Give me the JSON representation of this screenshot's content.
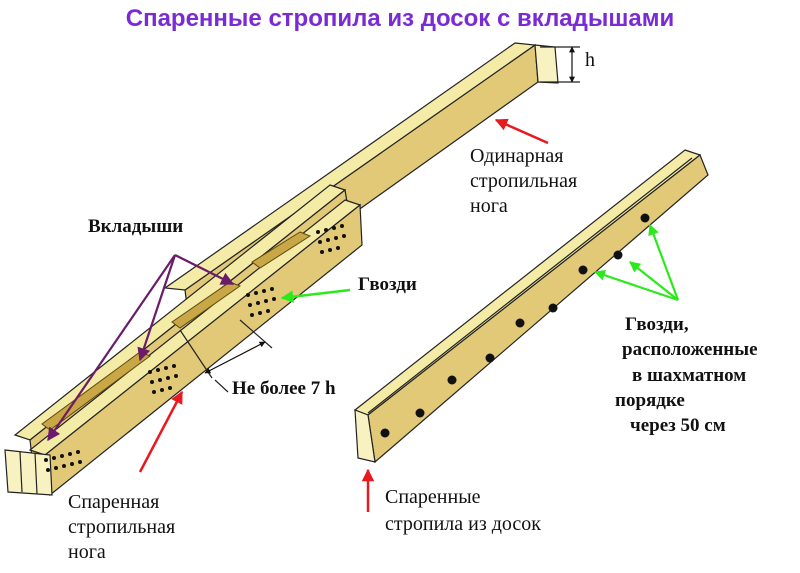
{
  "title": "Спаренные стропила из досок с вкладышами",
  "colors": {
    "title": "#7A2BD6",
    "arrow_red": "#E8191F",
    "arrow_green": "#2BEA1A",
    "arrow_purple": "#6A1C6A",
    "wood_light": "#F4EBA6",
    "wood_dark": "#E2C978",
    "insert": "#C9A646"
  },
  "labels": {
    "h": "h",
    "single_line1": "Одинарная",
    "single_line2": "стропильная",
    "single_line3": "нога",
    "inserts": "Вкладыши",
    "nails": "Гвозди",
    "max_len": "Не более 7 h",
    "paired_line1": "Спаренная",
    "paired_line2": "стропильная",
    "paired_line3": "нога",
    "stagger_line1": "Гвозди,",
    "stagger_line2": "расположенные",
    "stagger_line3": "в шахматном",
    "stagger_line4": "порядке",
    "stagger_line5": "через 50 см",
    "boards_line1": "Спаренные",
    "boards_line2": "стропила из досок"
  }
}
